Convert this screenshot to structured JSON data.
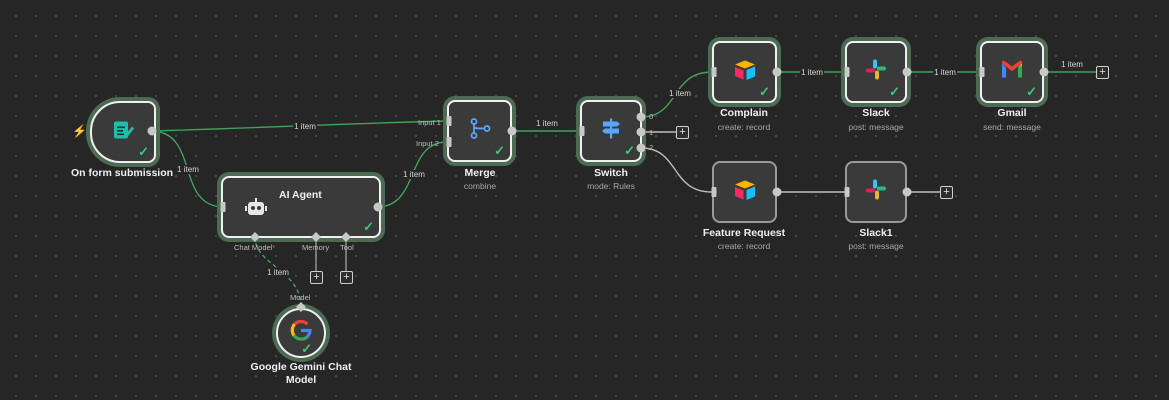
{
  "nodes": {
    "form": {
      "label": "On form submission",
      "icon": "form-icon"
    },
    "agent": {
      "label": "AI Agent",
      "icon": "robot-icon",
      "ports": {
        "chat_model": "Chat Model",
        "required_mark": "*",
        "memory": "Memory",
        "tool": "Tool"
      }
    },
    "gemini": {
      "label_line1": "Google Gemini Chat",
      "label_line2": "Model",
      "port": "Model",
      "icon": "google-icon"
    },
    "merge": {
      "label": "Merge",
      "subtitle": "combine",
      "input1": "Input 1",
      "input2": "Input 2",
      "icon": "merge-icon"
    },
    "switch": {
      "label": "Switch",
      "subtitle": "mode: Rules",
      "out0": "0",
      "out1": "1",
      "out2": "2",
      "icon": "signpost-icon"
    },
    "complain": {
      "label": "Complain",
      "subtitle": "create: record",
      "icon": "airtable-icon"
    },
    "slack": {
      "label": "Slack",
      "subtitle": "post: message",
      "icon": "slack-icon"
    },
    "gmail": {
      "label": "Gmail",
      "subtitle": "send: message",
      "icon": "gmail-icon"
    },
    "feature": {
      "label": "Feature Request",
      "subtitle": "create: record",
      "icon": "airtable-icon"
    },
    "slack1": {
      "label": "Slack1",
      "subtitle": "post: message",
      "icon": "slack-icon"
    }
  },
  "edge_labels": {
    "form_merge": "1 item",
    "form_agent": "1 item",
    "agent_merge": "1 item",
    "gemini_agent": "1 item",
    "merge_switch": "1 item",
    "switch_complain": "1 item",
    "complain_slack": "1 item",
    "slack_gmail": "1 item",
    "gmail_out": "1 item"
  },
  "check_mark": "✓",
  "plus_symbol": "+",
  "colors": {
    "success": "#3fc77a",
    "edge": "#3fa35b",
    "node_bg": "#3a3a3a",
    "canvas": "#262626"
  }
}
